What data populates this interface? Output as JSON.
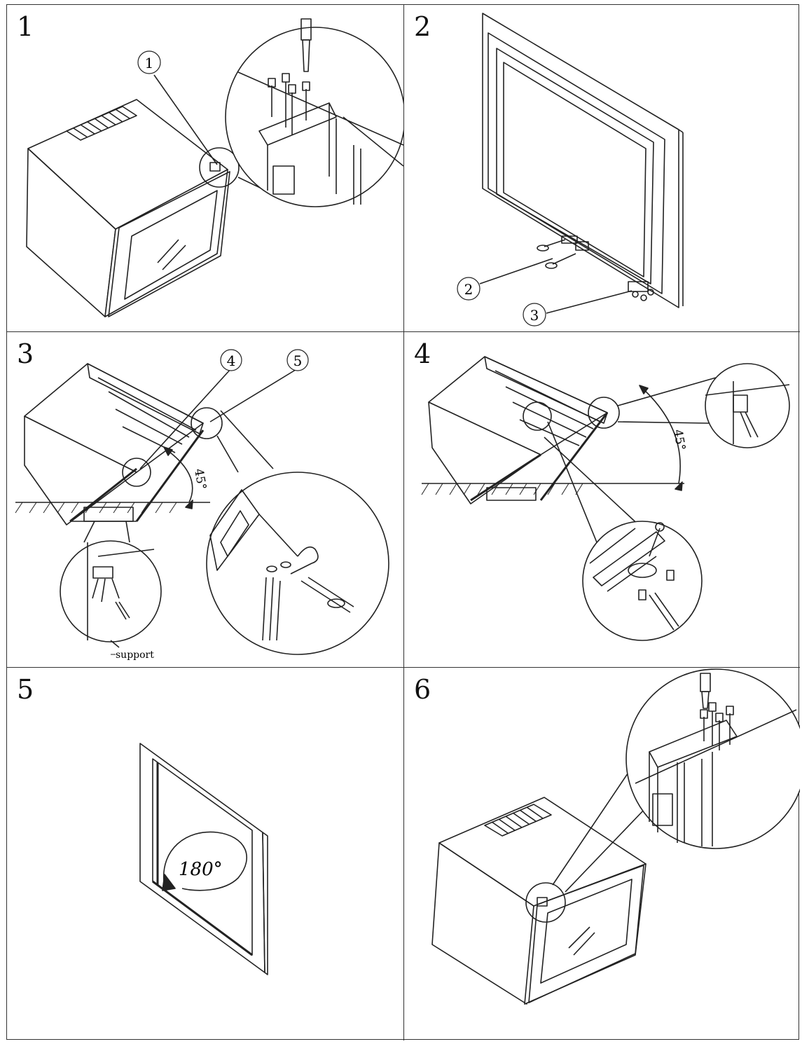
{
  "steps": [
    {
      "number": "1",
      "callouts": [
        "1"
      ]
    },
    {
      "number": "2",
      "callouts": [
        "2",
        "3"
      ]
    },
    {
      "number": "3",
      "callouts": [
        "4",
        "5"
      ],
      "angle": "45°",
      "support_label": "support"
    },
    {
      "number": "4",
      "angle": "45°"
    },
    {
      "number": "5",
      "rotation": "180°"
    },
    {
      "number": "6"
    }
  ],
  "colors": {
    "line": "#222222",
    "frame": "#333333"
  }
}
